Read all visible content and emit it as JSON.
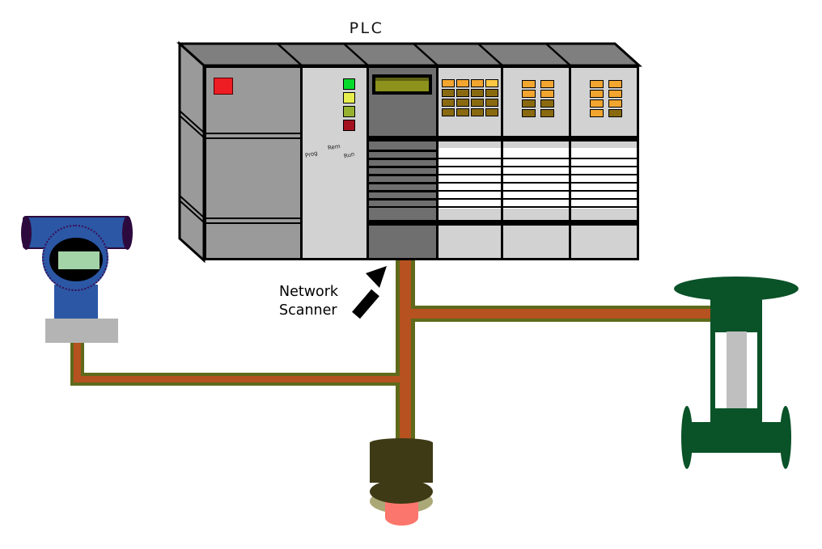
{
  "title": "PLC",
  "annotation": {
    "line1": "Network",
    "line2": "Scanner"
  },
  "keyswitch_labels": {
    "left": "Prog",
    "top": "Rem",
    "right": "Run"
  },
  "colors": {
    "cable_orange": "#B5521F",
    "cable_olive": "#5F6A1B",
    "plc_top": "#7F7F7F",
    "plc_side": "#9A9A9A",
    "psu_gray": "#9A9A9A",
    "module_light": "#D2D2D2",
    "scanner_dark": "#6F6F6F",
    "display_olive": "#8D921C",
    "display_olive_dark": "#5E6214",
    "power_red": "#EE1C23",
    "transmitter_blue": "#2B57A5",
    "transmitter_purple": "#2D0A3E",
    "lcd_green": "#A3D4A8",
    "base_gray": "#B4B4B4",
    "valve_green": "#0A5228",
    "stem_gray": "#BFBFBF",
    "sensor_body": "#3E3A15",
    "sensor_rim": "#ABA878",
    "sensor_tip": "#FB766C",
    "leds": {
      "green": "#05D92B",
      "yellow": "#E6EE4E",
      "yellow_green": "#96B12F",
      "red": "#A2111D",
      "amber": "#F2A52F",
      "amber_light": "#FFC843",
      "dark": "#8A6A10"
    }
  },
  "led_grids": {
    "cpu": [
      [
        "green"
      ],
      [
        "yellow"
      ],
      [
        "yellow_green"
      ],
      [
        "red"
      ]
    ],
    "io1": [
      [
        "amber",
        "amber",
        "amber",
        "amber_light"
      ],
      [
        "dark",
        "dark",
        "dark",
        "dark"
      ],
      [
        "dark",
        "dark",
        "dark",
        "dark"
      ],
      [
        "dark",
        "dark",
        "dark",
        "dark"
      ]
    ],
    "io2": [
      [
        "amber",
        "amber"
      ],
      [
        "amber",
        "amber"
      ],
      [
        "dark",
        "dark"
      ],
      [
        "dark",
        "dark"
      ]
    ],
    "io3": [
      [
        "amber",
        "amber"
      ],
      [
        "amber",
        "amber"
      ],
      [
        "amber",
        "amber"
      ],
      [
        "amber",
        "dark"
      ]
    ]
  }
}
